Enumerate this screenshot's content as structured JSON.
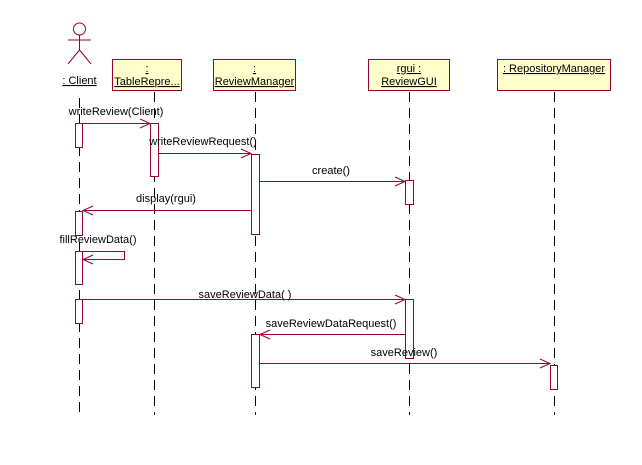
{
  "colors": {
    "line": "#990033",
    "box_fill": "#ffffcc"
  },
  "actor": {
    "label": ": Client",
    "icon": "stick-figure-icon"
  },
  "objects": [
    {
      "line1": ":",
      "line2": "TableRepre..."
    },
    {
      "line1": ":",
      "line2": "ReviewManager"
    },
    {
      "line1": "rgui :",
      "line2": "ReviewGUI"
    },
    {
      "line1": ": RepositoryManager",
      "line2": ""
    }
  ],
  "messages": [
    {
      "label": "writeReview(Client)"
    },
    {
      "label": "writeReviewRequest()"
    },
    {
      "label": "create()"
    },
    {
      "label": "display(rgui)"
    },
    {
      "label": "fillReviewData()"
    },
    {
      "label": "saveReviewData( )"
    },
    {
      "label": "saveReviewDataRequest()"
    },
    {
      "label": "saveReview()"
    }
  ]
}
